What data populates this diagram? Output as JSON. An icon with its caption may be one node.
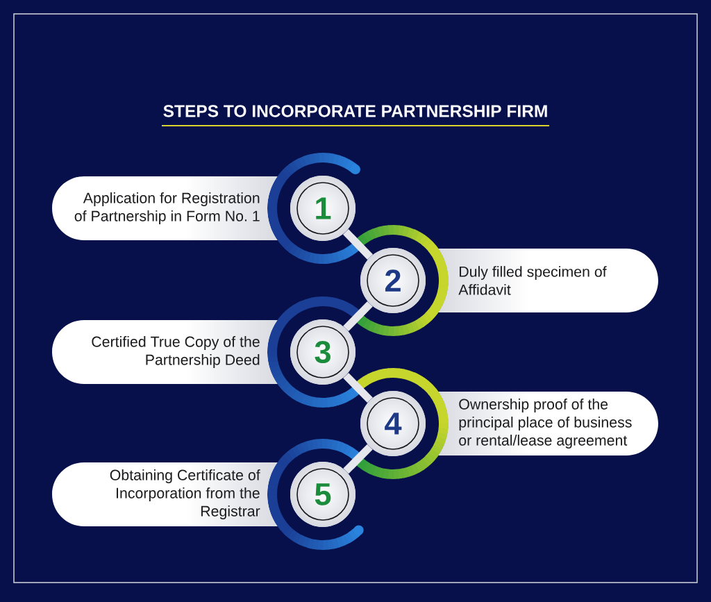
{
  "diagram": {
    "title": "STEPS TO INCORPORATE PARTNERSHIP FIRM",
    "nodes": [
      {
        "text": [
          "Application for Registration of Partnership in Form No. 1"
        ]
      },
      {
        "text": [
          "1"
        ]
      },
      {
        "text": [
          "2"
        ]
      },
      {
        "text": [
          "Duly filled specimen of Affidavit"
        ]
      },
      {
        "text": [
          "Certified True Copy of the Partnership Deed"
        ]
      },
      {
        "text": [
          "3"
        ]
      },
      {
        "text": [
          "4"
        ]
      },
      {
        "text": [
          "Ownership proof of the principal place of business or rental/lease agreement"
        ]
      },
      {
        "text": [
          "Obtaining Certificate of Incorporation from the Registrar"
        ]
      },
      {
        "text": [
          "5"
        ]
      }
    ],
    "edges": [
      {
        "from": 1,
        "to": 2,
        "arrow": "none"
      },
      {
        "from": 2,
        "to": 5,
        "arrow": "none"
      },
      {
        "from": 5,
        "to": 6,
        "arrow": "none"
      },
      {
        "from": 6,
        "to": 9,
        "arrow": "none"
      }
    ]
  }
}
